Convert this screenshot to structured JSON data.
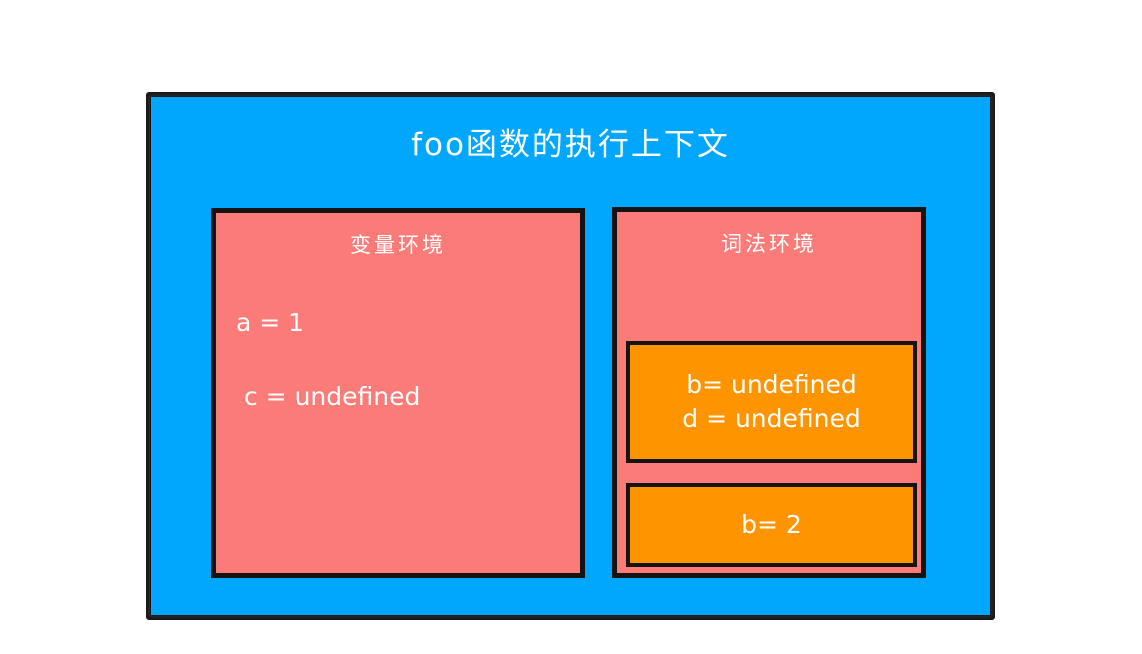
{
  "diagram": {
    "type": "execution-context-diagram",
    "colors": {
      "context_background": "#01A7FD",
      "environment_background": "#FB7B78",
      "binding_background": "#FE9400",
      "border": "#141414",
      "text": "#FFFFFF",
      "canvas": "#FFFFFF"
    },
    "context": {
      "title": "foo函数的执行上下文"
    },
    "variable_environment": {
      "title": "变量环境",
      "entries": [
        {
          "text": "a = 1"
        },
        {
          "text": "c = undefined"
        }
      ]
    },
    "lexical_environment": {
      "title": "词法环境",
      "blocks": [
        {
          "name": "undefined-bindings",
          "lines": [
            "b= undefined",
            "d = undefined"
          ]
        },
        {
          "name": "assigned-bindings",
          "lines": [
            "b= 2"
          ]
        }
      ]
    }
  }
}
